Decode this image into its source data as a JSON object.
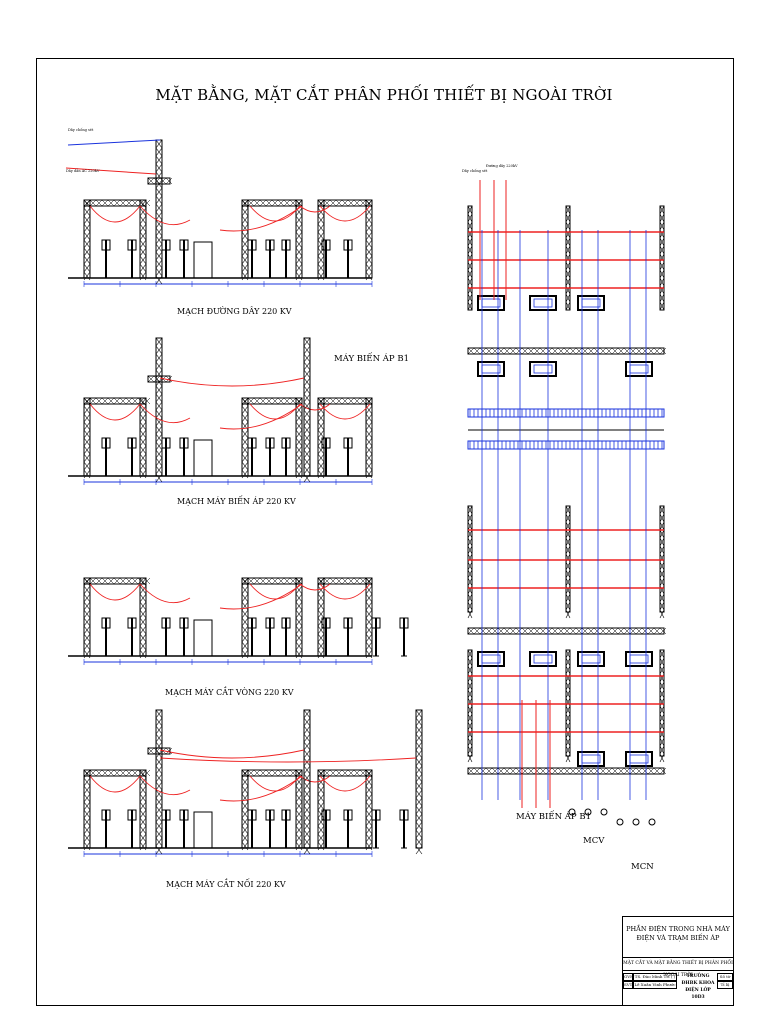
{
  "title": "MẶT BẰNG, MẶT CẮT PHÂN PHỐI THIẾT BỊ NGOÀI TRỜI",
  "sections": [
    {
      "caption": "MẠCH ĐƯỜNG DÂY 220 KV"
    },
    {
      "caption": "MẠCH MÁY BIẾN ÁP 220 KV"
    },
    {
      "caption": "MẠCH MÁY CẮT VÒNG 220 KV"
    },
    {
      "caption": "MẠCH MÁY CẮT NỐI 220 KV"
    }
  ],
  "labels": {
    "transformer_b1_top": "MÁY BIẾN ÁP B1",
    "transformer_b1_bottom": "MÁY BIẾN ÁP B1",
    "mcv": "MCV",
    "mcn": "MCN"
  },
  "small_notes": {
    "ground_wire": "Dây chống sét",
    "line_wire": "Dây dẫn AC 220kV",
    "plan_ground": "Dây chống sét",
    "plan_line": "Đường dây 220kV"
  },
  "title_block": {
    "project": "PHẦN ĐIỆN TRONG NHÀ MÁY ĐIỆN VÀ TRẠM BIẾN ÁP",
    "sheet": "MẶT CẮT VÀ MẶT BẰNG THIẾT BỊ PHÂN PHỐI NGOÀI TRỜI",
    "role1": "GVHD",
    "role2": "SVTH",
    "name1": "TS. Đào Minh Trí ( )",
    "name2": "Lê Xuân Vinh Phước Châu",
    "school": "TRƯỜNG ĐHBK KHOA ĐIỆN LỚP 10D3",
    "sheet_no": "Số tờ",
    "scale": "Tỉ lệ"
  },
  "colors": {
    "wire_red": "#ee2222",
    "bus_blue": "#1a33dd",
    "structure": "#000000"
  }
}
